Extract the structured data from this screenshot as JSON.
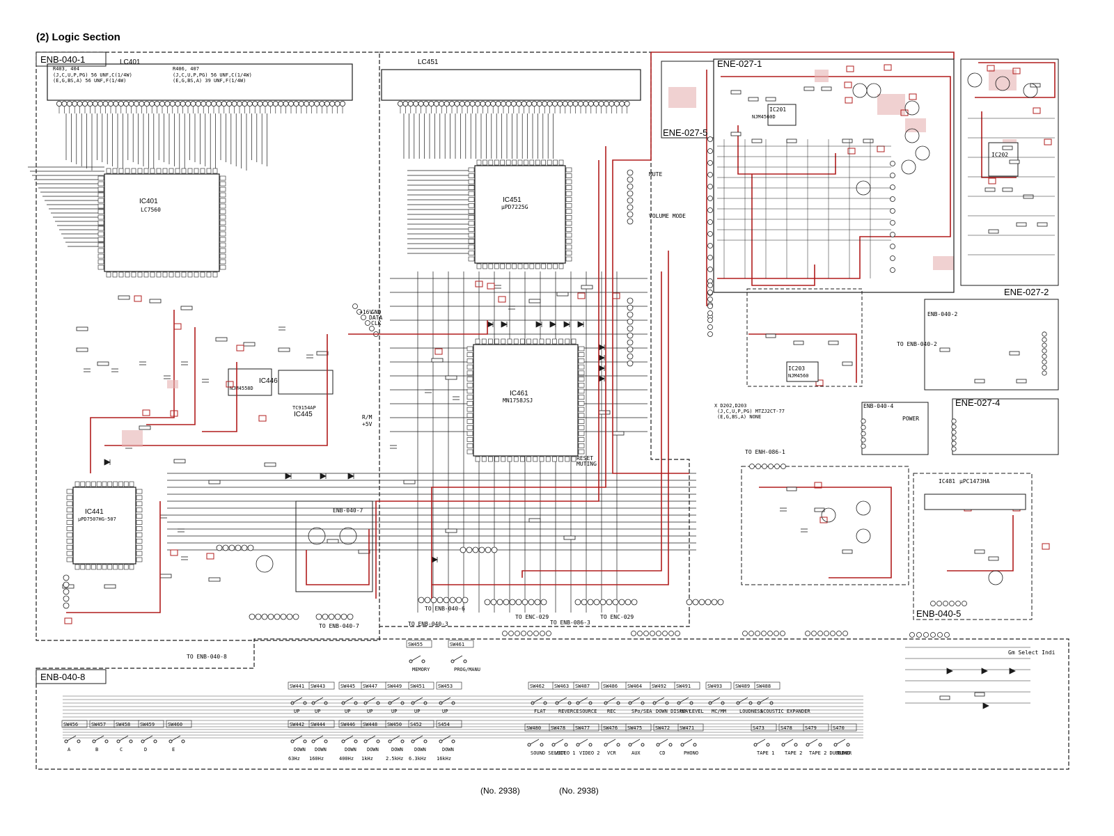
{
  "title": "(2) Logic Section",
  "footer": {
    "left": "(No. 2938)",
    "right": "(No. 2938)"
  },
  "colors": {
    "ink": "#1a1a1a",
    "highlight": "#b01c1c",
    "shade": "#e6b3b3",
    "paper": "#ffffff"
  },
  "boards": [
    {
      "id": "enb-040-1",
      "label": "ENB-040-1"
    },
    {
      "id": "enb-040-8",
      "label": "ENB-040-8"
    },
    {
      "id": "ene-027-1",
      "label": "ENE-027-1"
    },
    {
      "id": "ene-027-5",
      "label": "ENE-027-5"
    },
    {
      "id": "ene-027-2",
      "label": "ENE-027-2"
    },
    {
      "id": "ene-027-4",
      "label": "ENE-027-4"
    },
    {
      "id": "enb-040-2",
      "label": "ENB-040-2"
    },
    {
      "id": "enb-040-4",
      "label": "ENB-040-4"
    },
    {
      "id": "enb-040-5",
      "label": "ENB-040-5"
    },
    {
      "id": "enb-040-7",
      "label": "ENB-040-7"
    }
  ],
  "ics": [
    {
      "ref": "IC401",
      "part": "LC7560"
    },
    {
      "ref": "IC451",
      "part": "µPD7225G"
    },
    {
      "ref": "IC461",
      "part": "MN1758JSJ"
    },
    {
      "ref": "IC441",
      "part": "µPD7507HG-507"
    },
    {
      "ref": "IC446",
      "part": "NJM4558D"
    },
    {
      "ref": "IC445",
      "part": "TC9154AP"
    },
    {
      "ref": "IC481",
      "part": "µPC1473HA"
    },
    {
      "ref": "IC201",
      "part": "NJM4560D"
    },
    {
      "ref": "IC202",
      "part": ""
    },
    {
      "ref": "IC203",
      "part": "NJM4560"
    }
  ],
  "displays": [
    {
      "ref": "LC401"
    },
    {
      "ref": "LC451"
    }
  ],
  "notes": {
    "r403": "R403, 404",
    "r403_a": "(J,C,U,P,PG) 56  UNF,C(1/4W)",
    "r403_b": "(E,G,BS,A) 56  UNF,F(1/4W)",
    "r406": "R406, 407",
    "r406_a": "(J,C,U,P,PG) 56  UNF,C(1/4W)",
    "r406_b": "(E,G,BS,A) 39  UNF,F(1/4W)",
    "zener": "X D202,D203",
    "zener_a": "(J,C,U,P,PG) MTZJ2CT-77",
    "zener_b": "(E,G,BS,A) NONE"
  },
  "connectors": [
    "TO ENB-040-8",
    "TO ENB-040-7",
    "TO ENB-040-3",
    "TO ENB-040-6",
    "TO ENC-029",
    "TO ENB-086-3",
    "TO ENH-086-1",
    "TO ENB-040-2",
    "TO ENC-029"
  ],
  "switches_bottom": [
    {
      "ref": "SW441",
      "label": "UP"
    },
    {
      "ref": "SW443",
      "label": "UP"
    },
    {
      "ref": "SW445",
      "label": "UP"
    },
    {
      "ref": "SW447",
      "label": "UP"
    },
    {
      "ref": "SW449",
      "label": "UP"
    },
    {
      "ref": "SW451",
      "label": "UP"
    },
    {
      "ref": "SW453",
      "label": "UP"
    },
    {
      "ref": "SW442",
      "label": "DOWN"
    },
    {
      "ref": "SW444",
      "label": "DOWN"
    },
    {
      "ref": "SW446",
      "label": "DOWN"
    },
    {
      "ref": "SW448",
      "label": "DOWN"
    },
    {
      "ref": "SW450",
      "label": "DOWN"
    },
    {
      "ref": "S452",
      "label": "DOWN"
    },
    {
      "ref": "S454",
      "label": "DOWN"
    }
  ],
  "eq_bands": [
    "63Hz",
    "160Hz",
    "400Hz",
    "1kHz",
    "2.5kHz",
    "6.3kHz",
    "16kHz"
  ],
  "letter_keys": [
    {
      "ref": "SW456",
      "label": "A"
    },
    {
      "ref": "SW457",
      "label": "B"
    },
    {
      "ref": "SW458",
      "label": "C"
    },
    {
      "ref": "SW459",
      "label": "D"
    },
    {
      "ref": "SW460",
      "label": "E"
    }
  ],
  "func_keys": [
    {
      "ref": "SW462",
      "label": "FLAT"
    },
    {
      "ref": "SW463",
      "label": "REVERCE"
    },
    {
      "ref": "SW487",
      "label": "SOURCE"
    },
    {
      "ref": "SW486",
      "label": "REC"
    },
    {
      "ref": "SW464",
      "label": "SPo/SEA"
    },
    {
      "ref": "SW492",
      "label": "DOWN DISPLAY"
    },
    {
      "ref": "SW491",
      "label": "UP LEVEL"
    },
    {
      "ref": "SW493",
      "label": "MC/MM"
    },
    {
      "ref": "SW489",
      "label": "LOUDNESS"
    },
    {
      "ref": "SW488",
      "label": "ACOUSTIC EXPANDER"
    }
  ],
  "input_keys": [
    {
      "ref": "SW480",
      "label": "SOUND SELECT"
    },
    {
      "ref": "SW478",
      "label": "VIDEO 1"
    },
    {
      "ref": "SW477",
      "label": "VIDEO 2"
    },
    {
      "ref": "SW476",
      "label": "VCR"
    },
    {
      "ref": "SW475",
      "label": "AUX"
    },
    {
      "ref": "SW472",
      "label": "CD"
    },
    {
      "ref": "SW471",
      "label": "PHONO"
    },
    {
      "ref": "S473",
      "label": "TAPE 1"
    },
    {
      "ref": "S478",
      "label": "TAPE 2"
    },
    {
      "ref": "S479",
      "label": "TAPE 2 DUBBING"
    },
    {
      "ref": "S470",
      "label": "TUNER"
    }
  ],
  "mem_keys": [
    {
      "ref": "SW455",
      "label": "MEMORY"
    },
    {
      "ref": "SW461",
      "label": "PROG/MANU"
    }
  ],
  "misc": {
    "power": "POWER",
    "gm": "Gm Select Indi",
    "mute": "MUTE",
    "vol": "VOLUME MODE",
    "gnd": "GND",
    "data": "DATA",
    "clk": "CLK",
    "v16": "+16V",
    "v5": "+5V",
    "rim": "R/M",
    "reset": "RESET",
    "muting": "MUTING"
  }
}
